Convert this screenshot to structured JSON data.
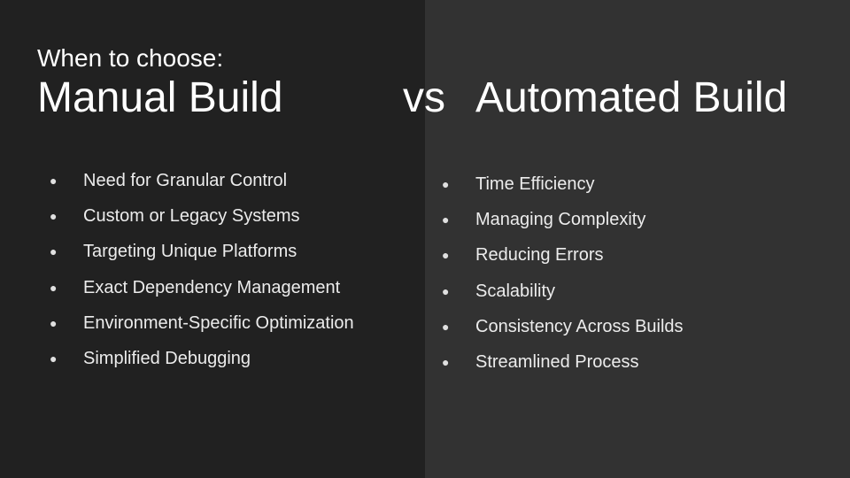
{
  "slide": {
    "subtitle": "When to choose:",
    "title_left": "Manual Build",
    "title_vs": "vs",
    "title_right": "Automated Build",
    "bullet_glyph": "●",
    "manual_items": [
      "Need for Granular Control",
      "Custom or Legacy Systems",
      "Targeting Unique Platforms",
      "Exact Dependency Management",
      "Environment-Specific Optimization",
      "Simplified Debugging"
    ],
    "automated_items": [
      "Time Efficiency",
      "Managing Complexity",
      "Reducing Errors",
      "Scalability",
      "Consistency Across Builds",
      "Streamlined Process"
    ]
  },
  "colors": {
    "left_panel": "#212121",
    "right_panel": "#323232",
    "text": "#ffffff"
  }
}
